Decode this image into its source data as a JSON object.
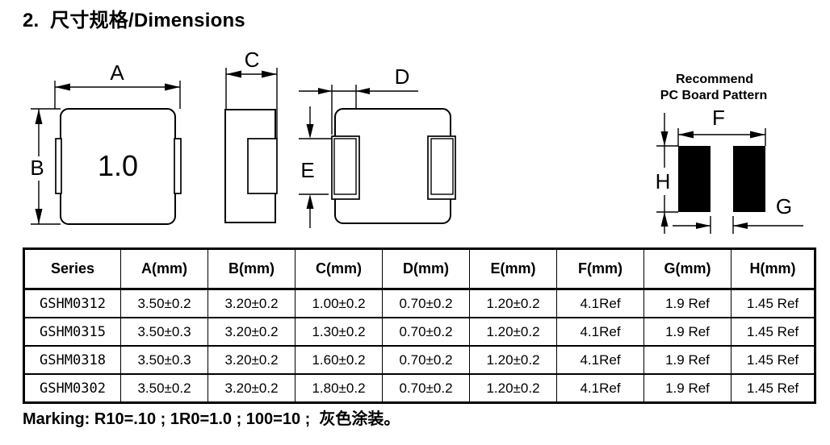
{
  "page": {
    "title": "2.  尺寸规格/Dimensions",
    "marking_note": "Marking: R10=.10 ; 1R0=1.0 ; 100=10 ;  灰色涂装。"
  },
  "drawings": {
    "top_view": {
      "label_a": "A",
      "label_b": "B",
      "part_marking": "1.0"
    },
    "side_view": {
      "label_c": "C"
    },
    "bottom_view": {
      "label_d": "D",
      "label_e": "E"
    },
    "pcb_pattern": {
      "title_line1": "Recommend",
      "title_line2": "PC Board Pattern",
      "label_f": "F",
      "label_g": "G",
      "label_h": "H"
    }
  },
  "table": {
    "headers": [
      "Series",
      "A(mm)",
      "B(mm)",
      "C(mm)",
      "D(mm)",
      "E(mm)",
      "F(mm)",
      "G(mm)",
      "H(mm)"
    ],
    "rows": [
      [
        "GSHM0312",
        "3.50±0.2",
        "3.20±0.2",
        "1.00±0.2",
        "0.70±0.2",
        "1.20±0.2",
        "4.1Ref",
        "1.9 Ref",
        "1.45 Ref"
      ],
      [
        "GSHM0315",
        "3.50±0.3",
        "3.20±0.2",
        "1.30±0.2",
        "0.70±0.2",
        "1.20±0.2",
        "4.1Ref",
        "1.9 Ref",
        "1.45 Ref"
      ],
      [
        "GSHM0318",
        "3.50±0.3",
        "3.20±0.2",
        "1.60±0.2",
        "0.70±0.2",
        "1.20±0.2",
        "4.1Ref",
        "1.9 Ref",
        "1.45 Ref"
      ],
      [
        "GSHM0302",
        "3.50±0.2",
        "3.20±0.2",
        "1.80±0.2",
        "0.70±0.2",
        "1.20±0.2",
        "4.1Ref",
        "1.9 Ref",
        "1.45 Ref"
      ]
    ]
  },
  "colors": {
    "ink": "#000000",
    "paper": "#ffffff"
  }
}
